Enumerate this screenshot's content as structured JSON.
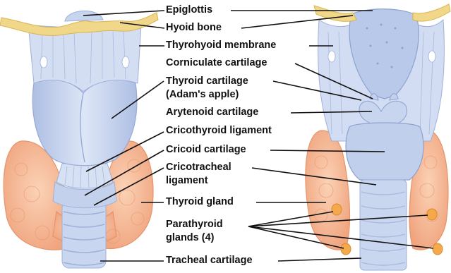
{
  "colors": {
    "cartilage": "#c5d3ee",
    "cartilage_shade": "#9fb1d9",
    "cartilage_light": "#e8eefa",
    "hyoid": "#f1d789",
    "thyroid_gland": "#f6b792",
    "thyroid_gland_dark": "#e98d63",
    "parathyroid": "#f3a94c",
    "leader_line": "#111111"
  },
  "labels": {
    "epiglottis": "Epiglottis",
    "hyoid_bone": "Hyoid bone",
    "thyrohyoid_membrane": "Thyrohyoid membrane",
    "corniculate_cartilage": "Corniculate cartilage",
    "thyroid_cartilage_line1": "Thyroid cartilage",
    "thyroid_cartilage_line2": "(Adam's apple)",
    "arytenoid_cartilage": "Arytenoid cartilage",
    "cricothyroid_ligament": "Cricothyroid ligament",
    "cricoid_cartilage": "Cricoid cartilage",
    "cricotracheal_line1": "Cricotracheal",
    "cricotracheal_line2": "ligament",
    "thyroid_gland": "Thyroid gland",
    "parathyroid_line1": "Parathyroid",
    "parathyroid_line2": "glands (4)",
    "tracheal_cartilage": "Tracheal cartilage"
  }
}
